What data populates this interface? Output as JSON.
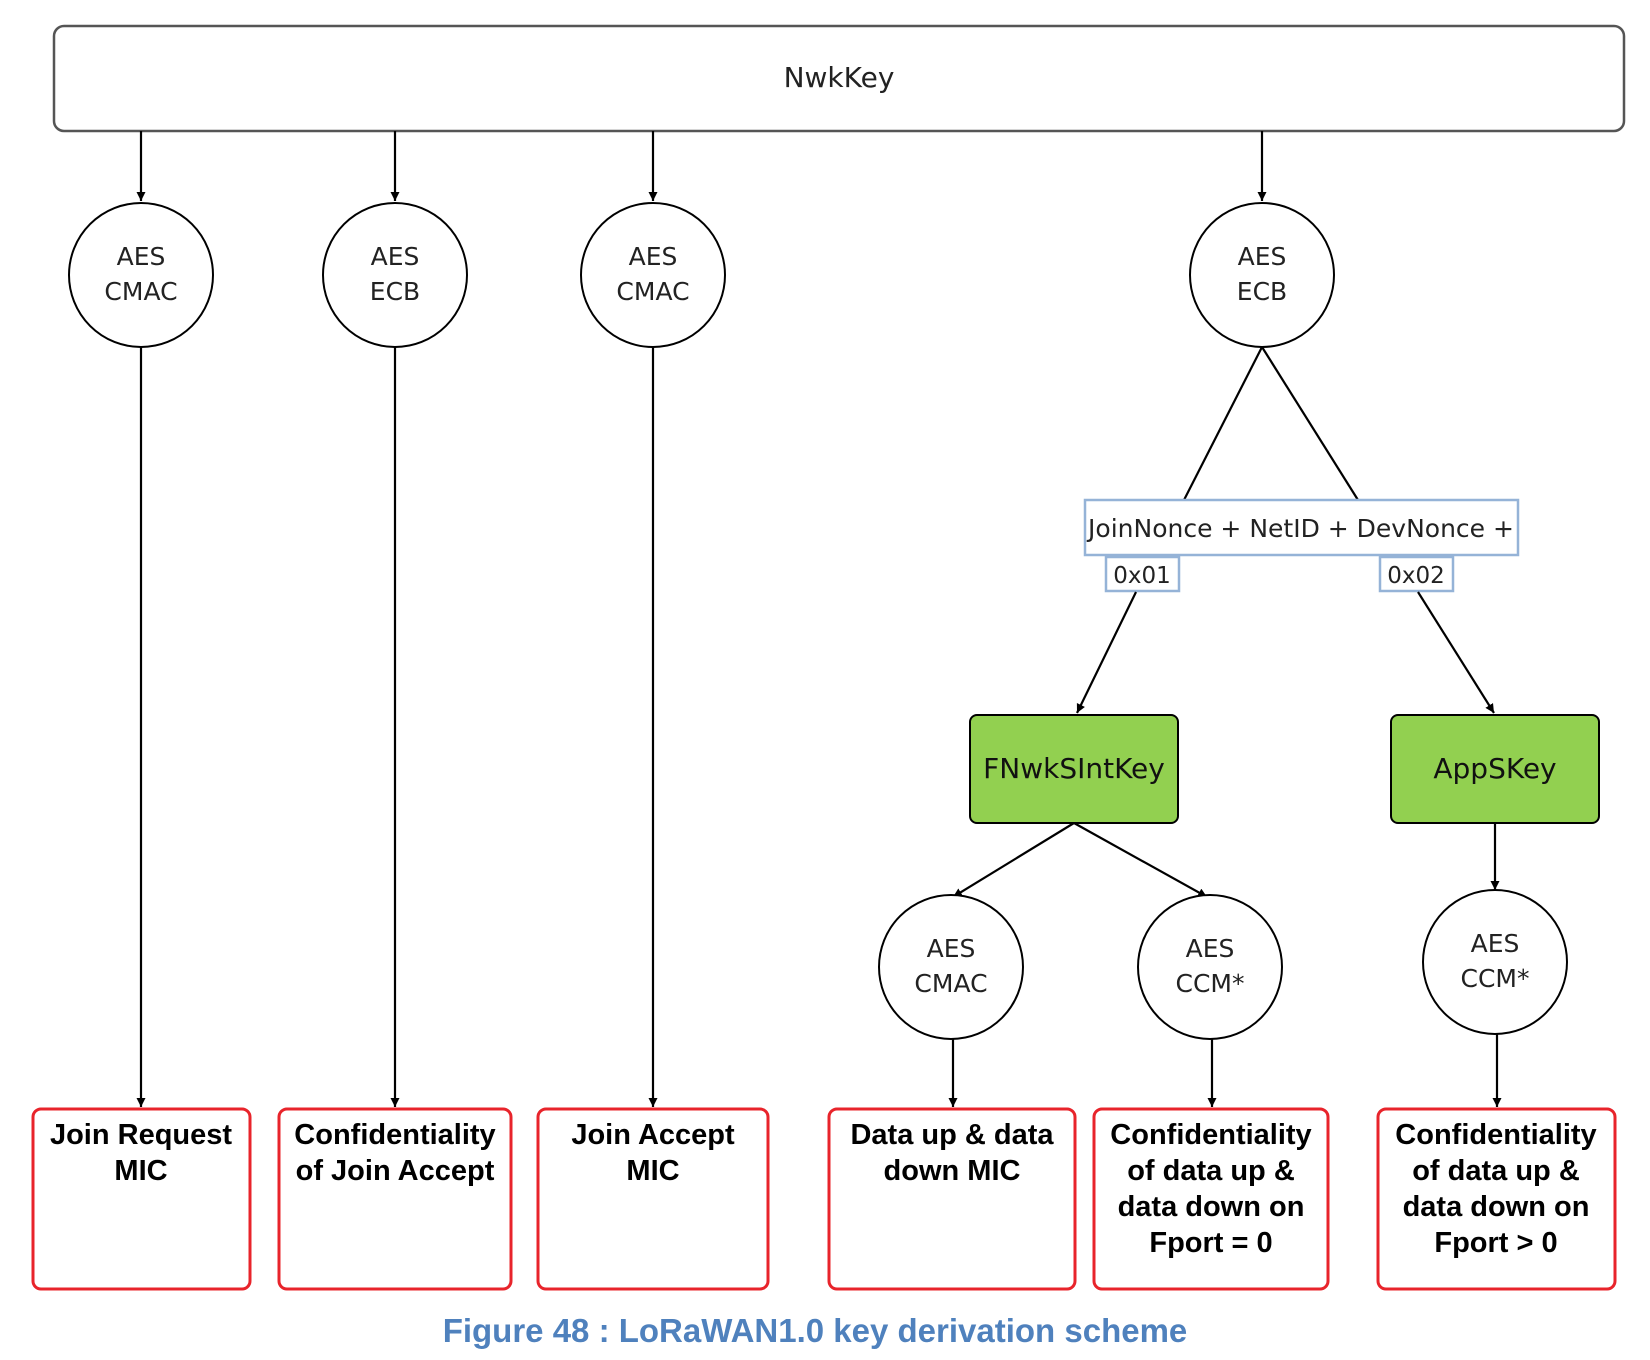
{
  "root": {
    "label": "NwkKey"
  },
  "algorithms": {
    "a1": {
      "line1": "AES",
      "line2": "CMAC"
    },
    "a2": {
      "line1": "AES",
      "line2": "ECB"
    },
    "a3": {
      "line1": "AES",
      "line2": "CMAC"
    },
    "a4": {
      "line1": "AES",
      "line2": "ECB"
    },
    "a5": {
      "line1": "AES",
      "line2": "CMAC"
    },
    "a6": {
      "line1": "AES",
      "line2": "CCM*"
    },
    "a7": {
      "line1": "AES",
      "line2": "CCM*"
    }
  },
  "derivation_input": {
    "label": "JoinNonce + NetID + DevNonce +",
    "suffix_left": "0x01",
    "suffix_right": "0x02"
  },
  "derived_keys": {
    "k1": "FNwkSIntKey",
    "k2": "AppSKey"
  },
  "outputs": {
    "o1": [
      "Join Request",
      "MIC"
    ],
    "o2": [
      "Confidentiality",
      "of Join Accept"
    ],
    "o3": [
      "Join Accept",
      "MIC"
    ],
    "o4": [
      "Data up & data",
      "down MIC"
    ],
    "o5": [
      "Confidentiality",
      "of data up &",
      "data down on",
      "Fport = 0"
    ],
    "o6": [
      "Confidentiality",
      "of data up &",
      "data down on",
      "Fport > 0"
    ]
  },
  "caption": "Figure 48 : LoRaWAN1.0 key derivation scheme",
  "colors": {
    "key_fill": "#92d050",
    "output_border": "#e8242b",
    "input_border": "#95b3d7",
    "caption": "#4f81bd"
  }
}
